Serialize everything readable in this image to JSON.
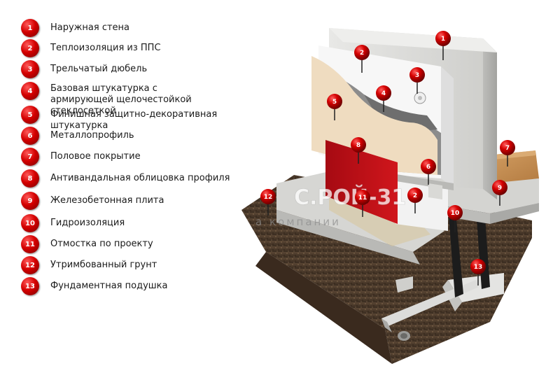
{
  "legend": [
    {
      "num": "1",
      "label": "Наружная стена"
    },
    {
      "num": "2",
      "label": "Теплоизоляция из ППС"
    },
    {
      "num": "3",
      "label": "Трельчатый дюбель"
    },
    {
      "num": "4",
      "label": "Базовая штукатурка с армирующей щелочестойкой стеклосеткой"
    },
    {
      "num": "5",
      "label": "Финишная защитно-декоративная штукатурка"
    },
    {
      "num": "6",
      "label": "Металлопрофиль"
    },
    {
      "num": "7",
      "label": "Половое покрытие"
    },
    {
      "num": "8",
      "label": "Антивандальная облицовка профиля"
    },
    {
      "num": "9",
      "label": "Железобетонная плита"
    },
    {
      "num": "10",
      "label": "Гидроизоляция"
    },
    {
      "num": "11",
      "label": "Отмостка по проекту"
    },
    {
      "num": "12",
      "label": "Утримбованный грунт"
    },
    {
      "num": "13",
      "label": "Фундаментная подушка"
    }
  ],
  "watermark": {
    "line1": "С.РОЙ-31",
    "line2": "а компании"
  },
  "colors": {
    "pin": "#d40000",
    "soil": "#4a3a2c",
    "plaster": "#efdcc0",
    "red_cladding": "#b00d14",
    "floor": "#c9955a"
  }
}
